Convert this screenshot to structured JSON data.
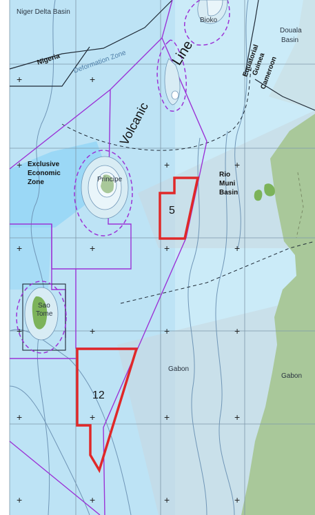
{
  "labels": {
    "niger_delta": "Niger Delta Basin",
    "bioko": "Bioko",
    "douala_1": "Douala",
    "douala_2": "Basin",
    "nigeria": "Nigeria",
    "deformation": "Deformation Zone",
    "line": "Line",
    "volcanic": "Volcanic",
    "eq_guinea_1": "Equatorial",
    "eq_guinea_2": "Guinea",
    "cameroon": "Cameroon",
    "eez_1": "Exclusive",
    "eez_2": "Economic",
    "eez_3": "Zone",
    "principe": "Principe",
    "rio_muni_1": "Rio",
    "rio_muni_2": "Muni",
    "rio_muni_3": "Basin",
    "sao_1": "Sao",
    "sao_2": "Tome",
    "gabon_offshore": "Gabon",
    "gabon_land": "Gabon"
  },
  "blocks": {
    "block_5": "5",
    "block_12": "12"
  },
  "grid_marker": "+",
  "colors": {
    "ocean_deep": "#bde3f5",
    "ocean_light": "#cbebf8",
    "eez_fill": "#8fd3f7",
    "land": "#a9c89a",
    "island": "#7cb35a",
    "boundary": "#9b32d6",
    "block": "#e02828",
    "grid": "#7d97a8",
    "contour": "#6f95b6"
  }
}
